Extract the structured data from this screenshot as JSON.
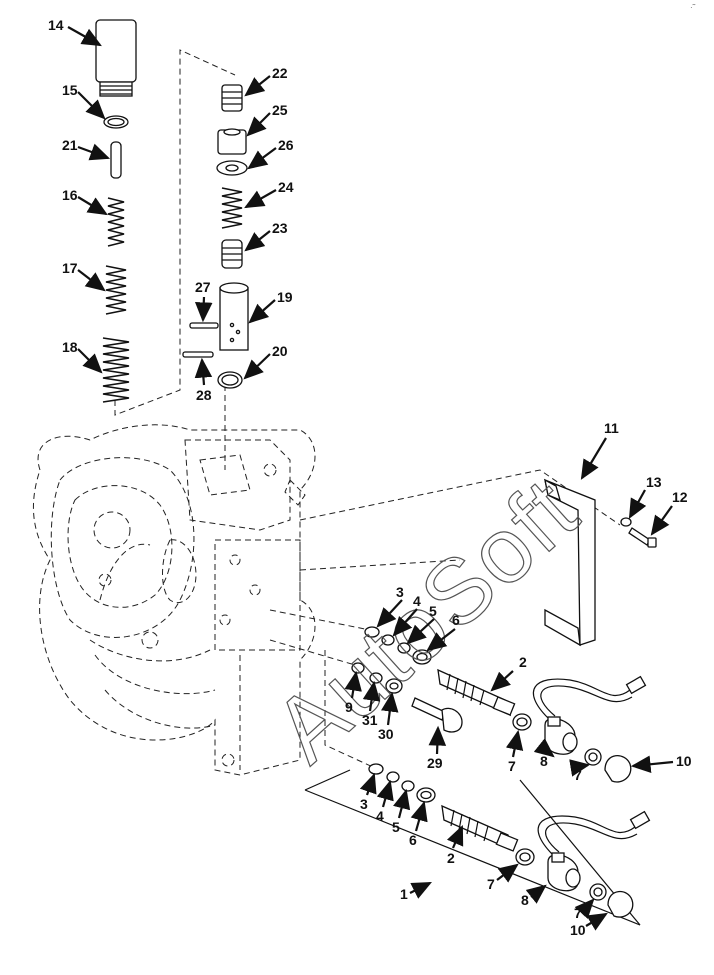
{
  "watermark": "AutoSoft",
  "corner_mark": "·˜",
  "callouts": [
    {
      "id": "c14",
      "text": "14"
    },
    {
      "id": "c15",
      "text": "15"
    },
    {
      "id": "c21",
      "text": "21"
    },
    {
      "id": "c16",
      "text": "16"
    },
    {
      "id": "c17",
      "text": "17"
    },
    {
      "id": "c18",
      "text": "18"
    },
    {
      "id": "c22",
      "text": "22"
    },
    {
      "id": "c25",
      "text": "25"
    },
    {
      "id": "c26",
      "text": "26"
    },
    {
      "id": "c24",
      "text": "24"
    },
    {
      "id": "c23",
      "text": "23"
    },
    {
      "id": "c27",
      "text": "27"
    },
    {
      "id": "c19",
      "text": "19"
    },
    {
      "id": "c20",
      "text": "20"
    },
    {
      "id": "c28",
      "text": "28"
    },
    {
      "id": "c11",
      "text": "11"
    },
    {
      "id": "c13",
      "text": "13"
    },
    {
      "id": "c12",
      "text": "12"
    },
    {
      "id": "c3a",
      "text": "3"
    },
    {
      "id": "c4a",
      "text": "4"
    },
    {
      "id": "c5a",
      "text": "5"
    },
    {
      "id": "c6a",
      "text": "6"
    },
    {
      "id": "c2a",
      "text": "2"
    },
    {
      "id": "c9",
      "text": "9"
    },
    {
      "id": "c31",
      "text": "31"
    },
    {
      "id": "c30",
      "text": "30"
    },
    {
      "id": "c29",
      "text": "29"
    },
    {
      "id": "c7a",
      "text": "7"
    },
    {
      "id": "c8a",
      "text": "8"
    },
    {
      "id": "c7b",
      "text": "7"
    },
    {
      "id": "c10a",
      "text": "10"
    },
    {
      "id": "c3b",
      "text": "3"
    },
    {
      "id": "c4b",
      "text": "4"
    },
    {
      "id": "c5b",
      "text": "5"
    },
    {
      "id": "c6b",
      "text": "6"
    },
    {
      "id": "c2b",
      "text": "2"
    },
    {
      "id": "c7c",
      "text": "7"
    },
    {
      "id": "c1",
      "text": "1"
    },
    {
      "id": "c8b",
      "text": "8"
    },
    {
      "id": "c7d",
      "text": "7"
    },
    {
      "id": "c10b",
      "text": "10"
    }
  ]
}
